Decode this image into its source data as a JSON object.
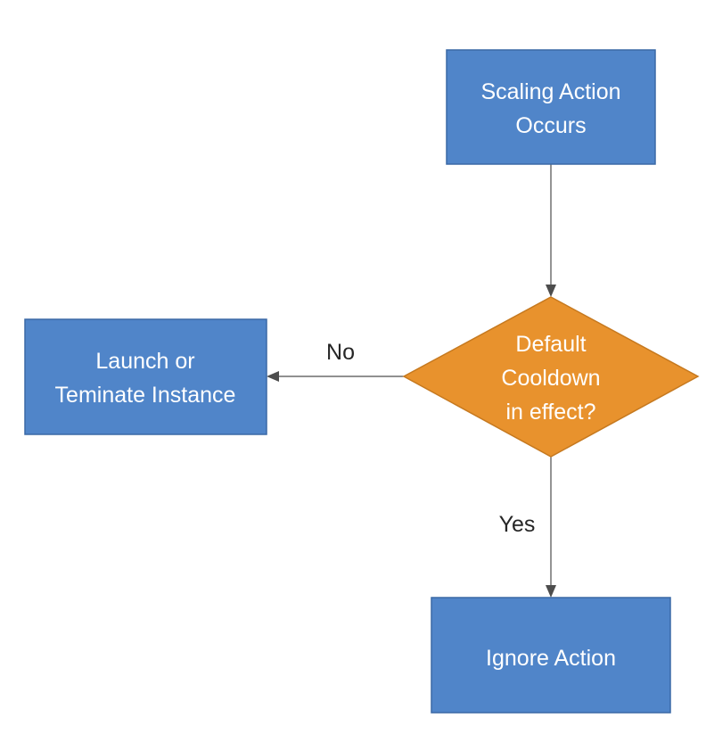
{
  "nodes": {
    "scaling_action": {
      "line1": "Scaling Action",
      "line2": "Occurs"
    },
    "cooldown_decision": {
      "line1": "Default",
      "line2": "Cooldown",
      "line3": "in effect?"
    },
    "launch_terminate": {
      "line1": "Launch or",
      "line2": "Teminate Instance"
    },
    "ignore_action": {
      "line1": "Ignore Action"
    }
  },
  "edges": {
    "no_label": "No",
    "yes_label": "Yes"
  },
  "colors": {
    "process_fill": "#5085c9",
    "decision_fill": "#e8922d",
    "node_text": "#ffffff",
    "connector": "#4d4d4d"
  }
}
